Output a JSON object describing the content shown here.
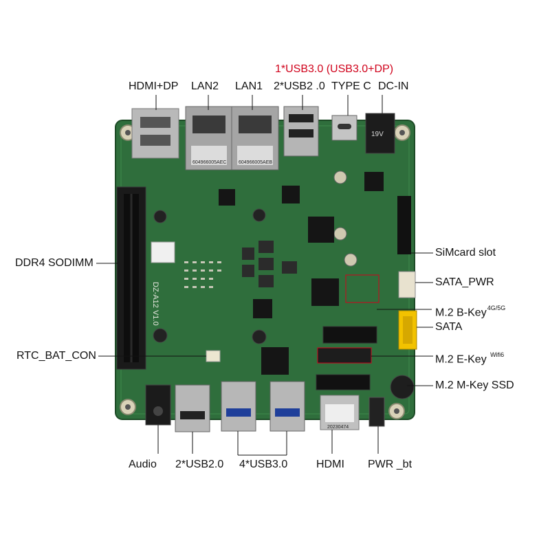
{
  "colors": {
    "pcb": "#2f6e3c",
    "label": "#111111",
    "highlight": "#d0021b",
    "sata": "#f2c200"
  },
  "top_labels": {
    "hdmi_dp": "HDMI+DP",
    "lan2": "LAN2",
    "lan1": "LAN1",
    "usb_top_red": "1*USB3.0  (USB3.0+DP)",
    "usb2_top": "2*USB2 .0",
    "type_c": "TYPE C",
    "dc_in": "DC-IN"
  },
  "left_labels": {
    "ddr4": "DDR4 SODIMM",
    "rtc": "RTC_BAT_CON"
  },
  "right_labels": {
    "simcard": "SiMcard slot",
    "sata_pwr": "SATA_PWR",
    "m2_b": "M.2 B-Key",
    "m2_b_sup": "4G/5G",
    "sata": "SATA",
    "m2_e": "M.2 E-Key",
    "m2_e_sup": "Wifi6",
    "m2_m": "M.2 M-Key SSD"
  },
  "bottom_labels": {
    "audio": "Audio",
    "usb2_bottom": "2*USB2.0",
    "usb3_bottom": "4*USB3.0",
    "hdmi": "HDMI",
    "pwr_bt": "PWR _bt"
  },
  "board_text": {
    "dc_jack": "19V",
    "lan2_sticker": "604966005AEC",
    "lan1_sticker": "604966005AEB",
    "silk_model": "DZ-A12 V1.0",
    "qr_date": "20230474"
  }
}
